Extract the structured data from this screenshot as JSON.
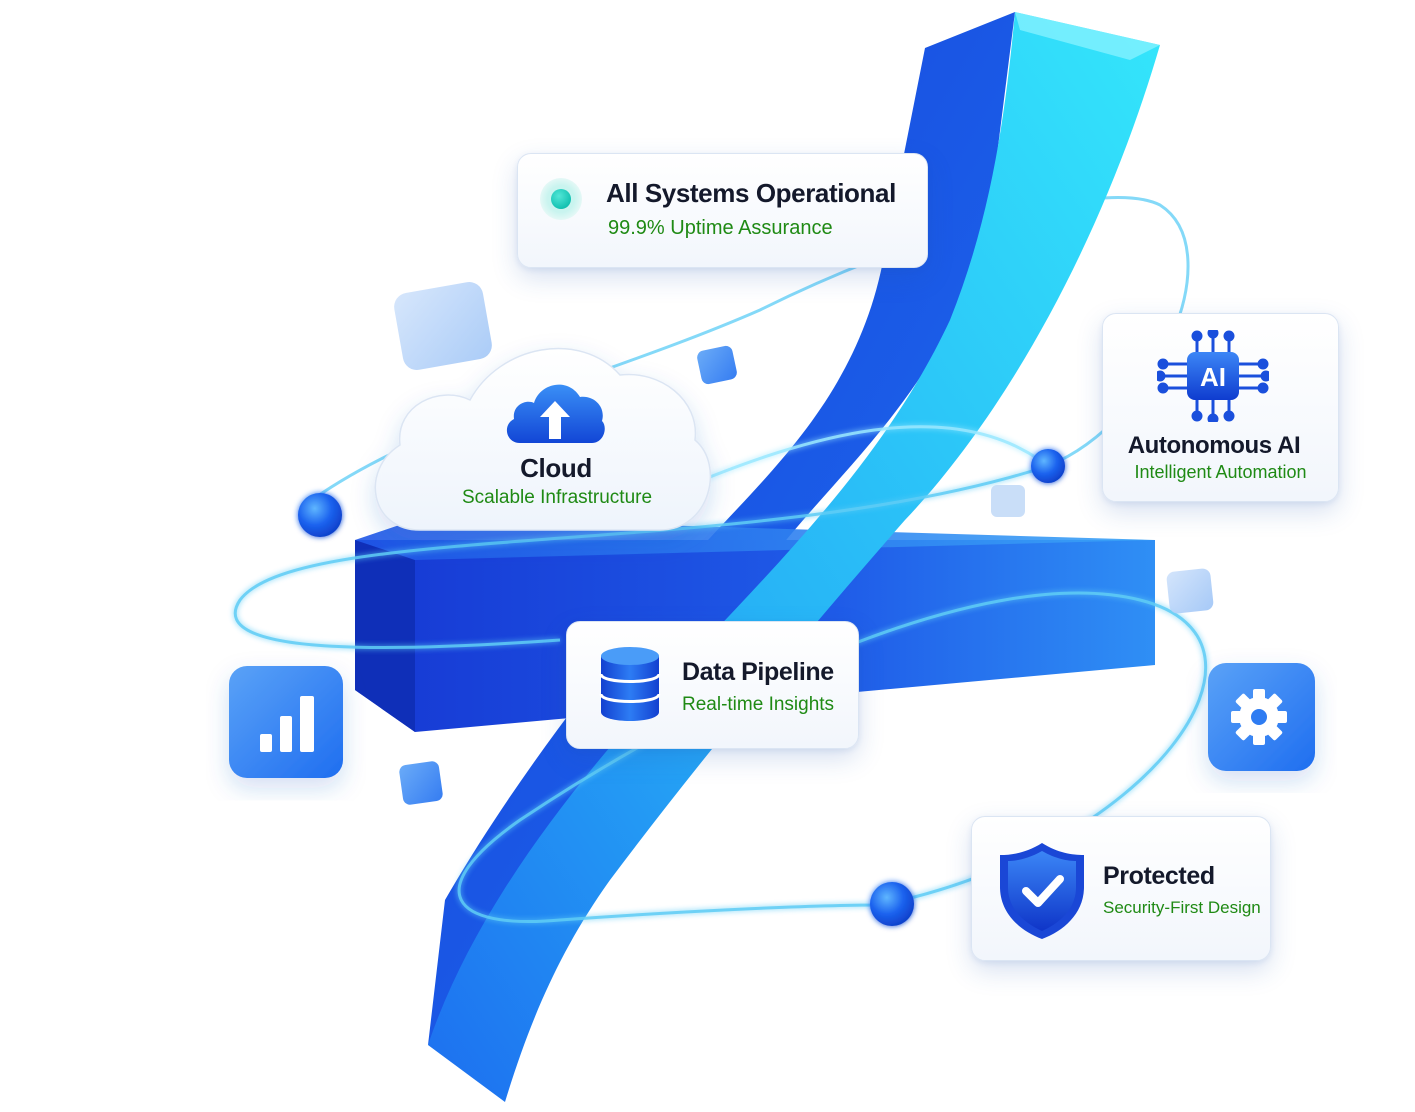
{
  "status_card": {
    "title": "All Systems Operational",
    "subtitle": "99.9% Uptime Assurance",
    "indicator_color": "#14c2b2"
  },
  "cloud_card": {
    "title": "Cloud",
    "subtitle": "Scalable Infrastructure",
    "icon": "cloud-upload-icon"
  },
  "ai_card": {
    "chip_label": "AI",
    "title": "Autonomous AI",
    "subtitle": "Intelligent Automation",
    "icon": "ai-chip-icon"
  },
  "pipeline_card": {
    "title": "Data Pipeline",
    "subtitle": "Real-time Insights",
    "icon": "database-icon"
  },
  "protected_card": {
    "title": "Protected",
    "subtitle": "Security-First Design",
    "icon": "shield-check-icon"
  },
  "decorations": {
    "chart_tile_icon": "bar-chart-icon",
    "settings_tile_icon": "gear-icon"
  },
  "colors": {
    "primary_blue": "#1a56e8",
    "cyan": "#2ee0f7",
    "subtitle_green": "#1f8a14",
    "title_dark": "#14192b"
  }
}
